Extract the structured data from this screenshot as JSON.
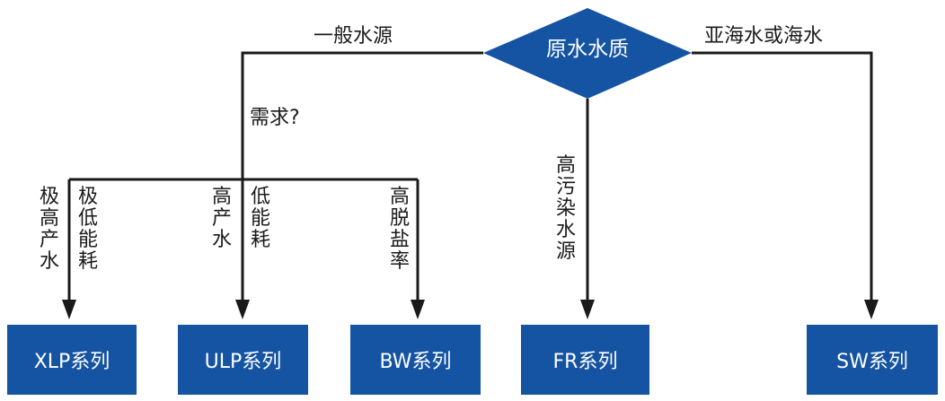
{
  "decision": {
    "label": "原水水质"
  },
  "branches": {
    "general": "一般水源",
    "seawater": "亚海水或海水",
    "high_pollution": "高污染水源"
  },
  "question": "需求?",
  "needs": {
    "xlp_a": "极高产水",
    "xlp_b": "极低能耗",
    "ulp_a": "高产水",
    "ulp_b": "低能耗",
    "bw": "高脱盐率"
  },
  "products": {
    "xlp": "XLP系列",
    "ulp": "ULP系列",
    "bw": "BW系列",
    "fr": "FR系列",
    "sw": "SW系列"
  },
  "colors": {
    "box": "#1553a3",
    "line": "#1a1a1a"
  }
}
